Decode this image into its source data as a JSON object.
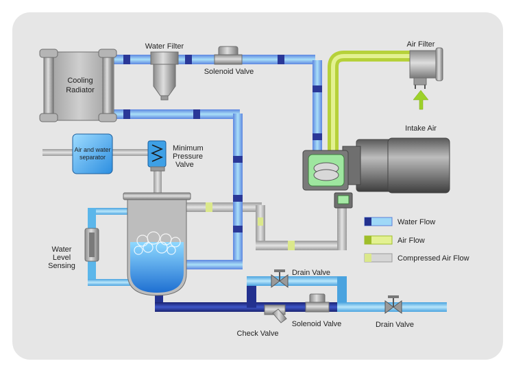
{
  "labels": {
    "water_filter": "Water Filter",
    "solenoid_valve_top": "Solenoid Valve",
    "air_filter": "Air Filter",
    "cooling_radiator": [
      "Cooling",
      "Radiator"
    ],
    "intake_air": "Intake Air",
    "separator": [
      "Air and water",
      "separator"
    ],
    "min_pressure_valve": [
      "Minimum",
      "Pressure",
      "Valve"
    ],
    "water_level_sensing": [
      "Water",
      "Level",
      "Sensing"
    ],
    "drain_valve_mid": "Drain Valve",
    "check_valve": "Check Valve",
    "solenoid_valve_bottom": "Solenoid Valve",
    "drain_valve_right": "Drain Valve"
  },
  "legend": [
    {
      "label": "Water Flow",
      "color": "#3f6fd6"
    },
    {
      "label": "Air Flow",
      "color": "#c4e04e"
    },
    {
      "label": "Compressed Air Flow",
      "color": "#c9c9c9"
    }
  ],
  "colors": {
    "background": "#e6e6e6",
    "water_light": "#8fd2f5",
    "water_dark": "#23318f",
    "air": "#c4e04e",
    "compressed": "#c9c9c9",
    "arrow": "#9dd12a"
  }
}
